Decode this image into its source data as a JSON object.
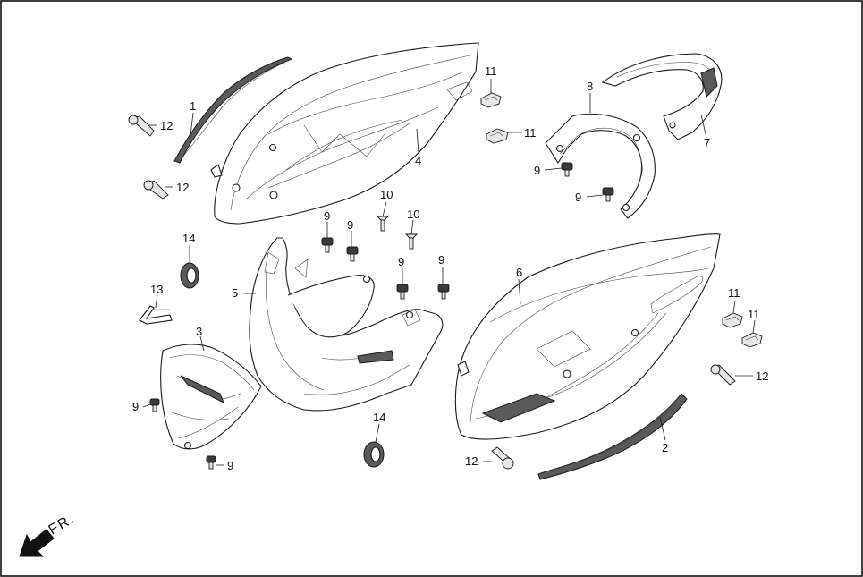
{
  "callouts": [
    {
      "id": "c1",
      "text": "1"
    },
    {
      "id": "c2",
      "text": "2"
    },
    {
      "id": "c3",
      "text": "3"
    },
    {
      "id": "c4",
      "text": "4"
    },
    {
      "id": "c5",
      "text": "5"
    },
    {
      "id": "c6",
      "text": "6"
    },
    {
      "id": "c7",
      "text": "7"
    },
    {
      "id": "c8",
      "text": "8"
    },
    {
      "id": "c9a",
      "text": "9"
    },
    {
      "id": "c9b",
      "text": "9"
    },
    {
      "id": "c9c",
      "text": "9"
    },
    {
      "id": "c9d",
      "text": "9"
    },
    {
      "id": "c9e",
      "text": "9"
    },
    {
      "id": "c9f",
      "text": "9"
    },
    {
      "id": "c9g",
      "text": "9"
    },
    {
      "id": "c9h",
      "text": "9"
    },
    {
      "id": "c10a",
      "text": "10"
    },
    {
      "id": "c10b",
      "text": "10"
    },
    {
      "id": "c11a",
      "text": "11"
    },
    {
      "id": "c11b",
      "text": "11"
    },
    {
      "id": "c11c",
      "text": "11"
    },
    {
      "id": "c11d",
      "text": "11"
    },
    {
      "id": "c12a",
      "text": "12"
    },
    {
      "id": "c12b",
      "text": "12"
    },
    {
      "id": "c12c",
      "text": "12"
    },
    {
      "id": "c12d",
      "text": "12"
    },
    {
      "id": "c13",
      "text": "13"
    },
    {
      "id": "c14a",
      "text": "14"
    },
    {
      "id": "c14b",
      "text": "14"
    }
  ],
  "direction_label": "FR.",
  "icons": {
    "direction": "arrow-down-left-icon"
  }
}
